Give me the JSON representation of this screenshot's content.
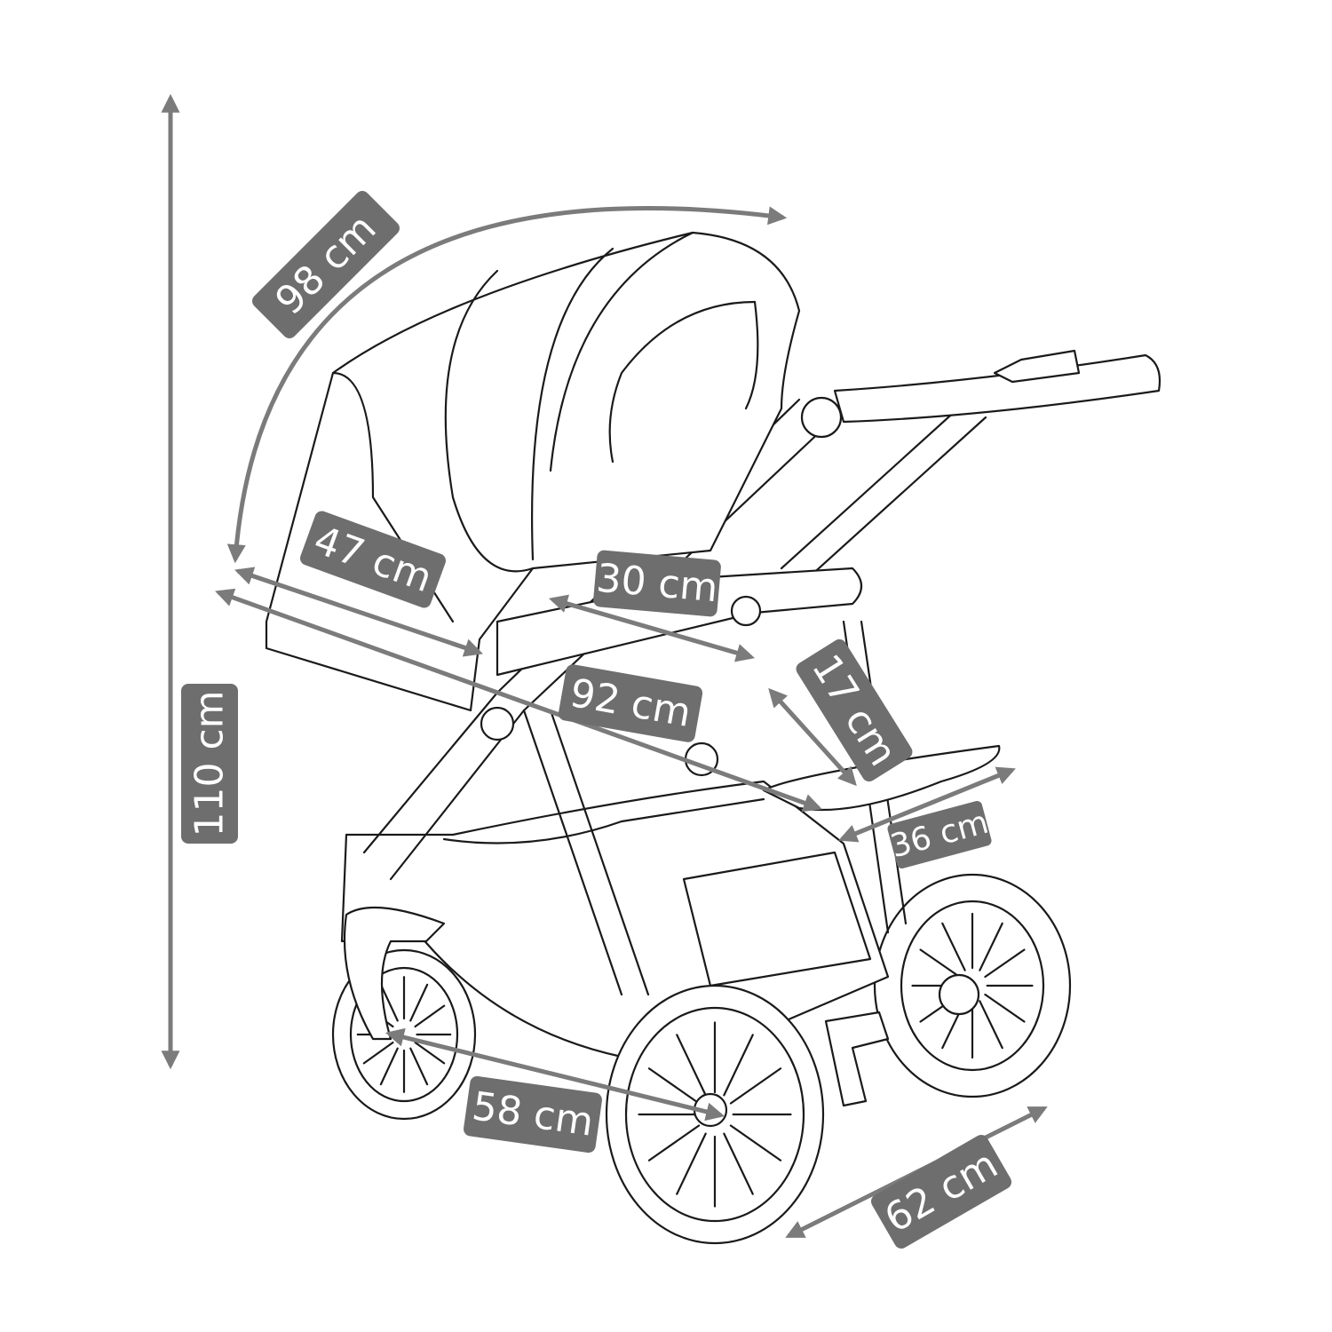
{
  "diagram": {
    "subject": "stroller",
    "line_color": "#1a1a1a",
    "arrow_color": "#7b7b7b",
    "label_bg": "#6e6e6e",
    "dimensions": {
      "height": "110 cm",
      "canopy_arc": "98 cm",
      "seat_length": "47 cm",
      "seat_depth": "30 cm",
      "total_length": "92 cm",
      "backrest": "17 cm",
      "footrest_width": "36 cm",
      "wheelbase": "58 cm",
      "width": "62 cm"
    }
  }
}
